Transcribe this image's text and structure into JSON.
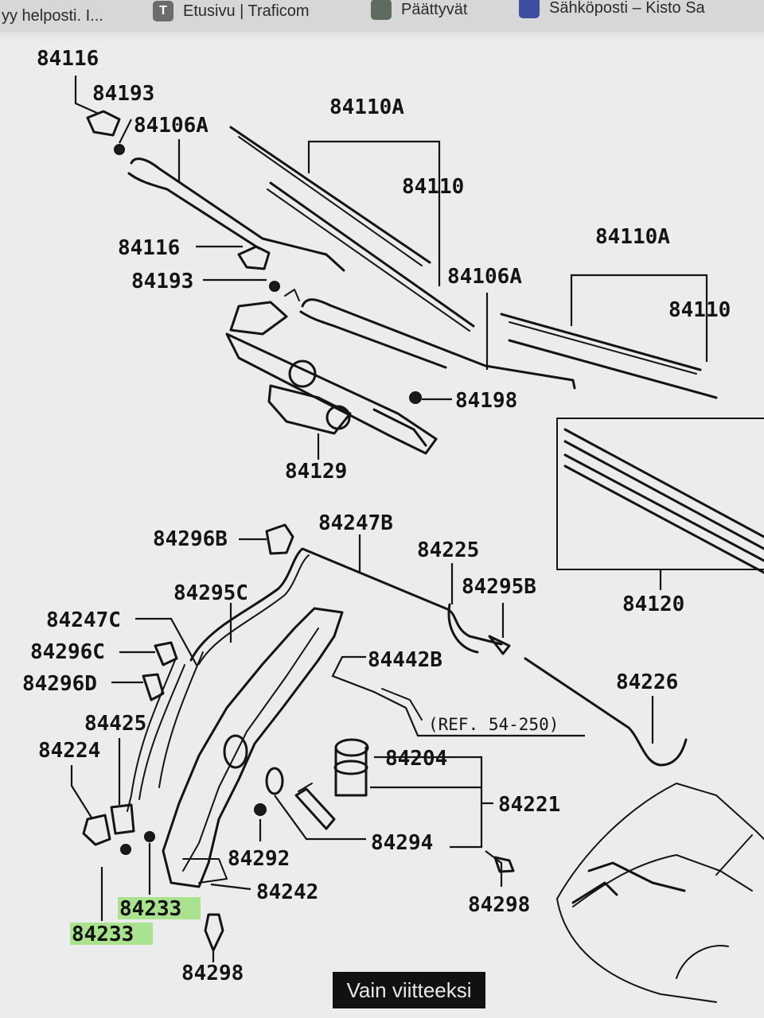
{
  "browser_tabs": [
    {
      "label": "yy helposti. I...",
      "icon": "page-icon"
    },
    {
      "label": "Etusivu | Traficom",
      "icon": "letter-t-icon",
      "icon_glyph": "T"
    },
    {
      "label": "Päättyvät",
      "icon": "round-logo-icon"
    },
    {
      "label": "Sähköposti – Kisto Sa",
      "icon": "mail-icon"
    }
  ],
  "diagram": {
    "part_labels": {
      "p84116_top": "84116",
      "p84193_top": "84193",
      "p84106A_left": "84106A",
      "p84110A_left": "84110A",
      "p84110_left": "84110",
      "p84116_mid": "84116",
      "p84193_mid": "84193",
      "p84106A_right": "84106A",
      "p84110A_right": "84110A",
      "p84110_right": "84110",
      "p84198": "84198",
      "p84129": "84129",
      "p84296B": "84296B",
      "p84247B": "84247B",
      "p84225_top": "84225",
      "p84295B": "84295B",
      "p84295C": "84295C",
      "p84120": "84120",
      "p84247C": "84247C",
      "p84296C": "84296C",
      "p84296D": "84296D",
      "p84442B": "84442B",
      "p84226": "84226",
      "ref": "(REF. 54-250)",
      "p84425": "84425",
      "p84224": "84224",
      "p84204": "84204",
      "p84221": "84221",
      "p84294": "84294",
      "p84292": "84292",
      "p84242": "84242",
      "p84298_mid": "84298",
      "p84298_bottom": "84298",
      "p84233_a": "84233",
      "p84233_b": "84233"
    },
    "highlight_color": "#9fe07f"
  },
  "caption": "Vain viitteeksi"
}
